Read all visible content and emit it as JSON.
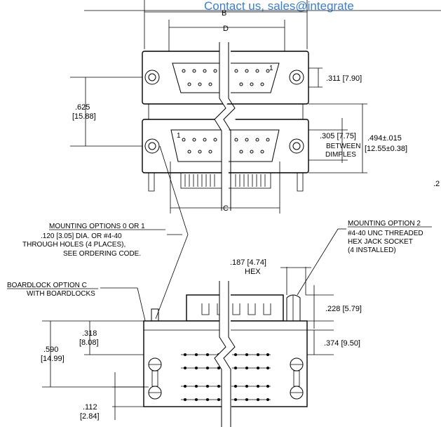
{
  "header": {
    "contact": "Contact us, sales@integrate"
  },
  "top_view": {
    "dim_b": "B",
    "dim_d": "D",
    "dim_c": "C",
    "pin1_top": "1",
    "pin1_bottom": "1",
    "dim_311": ".311 [7.90]",
    "dim_625_in": ".625",
    "dim_625_mm": "[15.88]",
    "dim_305": ".305 [7.75]",
    "between": "BETWEEN",
    "dimples": "DIMPLES",
    "dim_494_in": ".494±.015",
    "dim_494_mm": "[12.55±0.38]",
    "edge_fragment": ".2"
  },
  "notes": {
    "mount01_title": "MOUNTING OPTIONS 0 OR 1",
    "mount01_line1": ".120 [3.05] DIA. OR #4-40",
    "mount01_line2": "THROUGH HOLES (4 PLACES),",
    "mount01_line3": "SEE ORDERING CODE.",
    "mount2_title": "MOUNTING OPTION 2",
    "mount2_line1": "#4-40 UNC THREADED",
    "mount2_line2": "HEX JACK SOCKET",
    "mount2_line3": "(4 INSTALLED)",
    "boardlock_title": "BOARDLOCK OPTION C",
    "boardlock_line1": "WITH BOARDLOCKS"
  },
  "side_view": {
    "dim_187": ".187 [4.74]",
    "hex": "HEX",
    "dim_228": ".228 [5.79]",
    "dim_318_in": ".318",
    "dim_318_mm": "[8.08]",
    "dim_374": ".374 [9.50]",
    "dim_590_in": ".590",
    "dim_590_mm": "[14.99]",
    "dim_112_in": ".112",
    "dim_112_mm": "[2.84]"
  }
}
